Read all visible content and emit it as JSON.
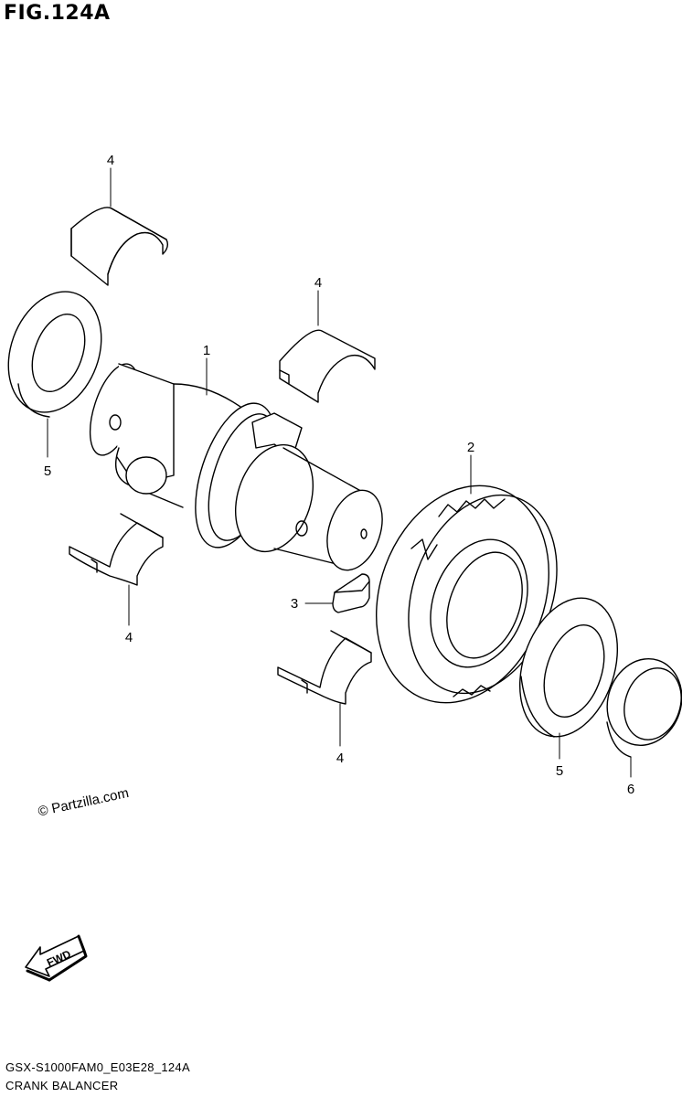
{
  "figure_title": "FIG.124A",
  "watermark": "© Partzilla.com",
  "fwd_badge": "FWD",
  "footer": {
    "model_code": "GSX-S1000FAM0_E03E28_124A",
    "section_name": "CRANK BALANCER"
  },
  "callouts": [
    {
      "id": "c4a",
      "label": "4"
    },
    {
      "id": "c5a",
      "label": "5"
    },
    {
      "id": "c1",
      "label": "1"
    },
    {
      "id": "c4b",
      "label": "4"
    },
    {
      "id": "c2",
      "label": "2"
    },
    {
      "id": "c3",
      "label": "3"
    },
    {
      "id": "c4c",
      "label": "4"
    },
    {
      "id": "c4d",
      "label": "4"
    },
    {
      "id": "c5b",
      "label": "5"
    },
    {
      "id": "c6",
      "label": "6"
    }
  ]
}
